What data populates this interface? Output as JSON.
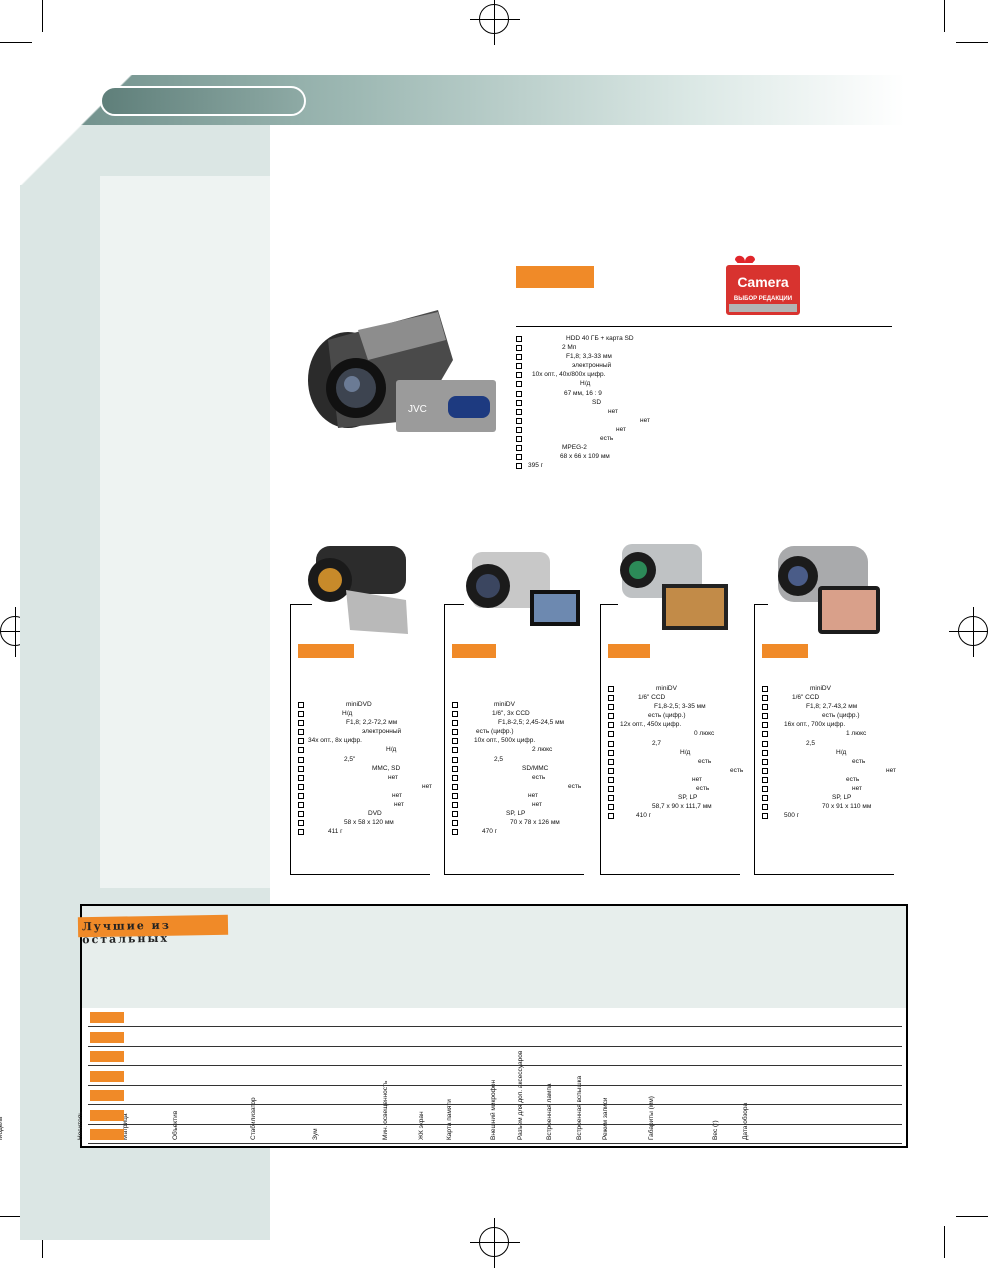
{
  "featured": {
    "specs": [
      "HDD 40 ГБ + карта SD",
      "2 Mп",
      "F1,8; 3,3-33 мм",
      "электронный",
      "10x опт., 40x/800x цифр.",
      "Н/д",
      "67 мм, 16 : 9",
      "SD",
      "нет",
      "нет",
      "нет",
      "есть",
      "MPEG-2",
      "68 x 66 x 109 мм",
      "395 г"
    ],
    "badge_brand": "Camera",
    "badge_text": "ВЫБОР РЕДАКЦИИ"
  },
  "cameras": [
    {
      "specs": [
        "miniDVD",
        "Н/д",
        "F1,8; 2,2-72,2 мм",
        "электронный",
        "34x опт., 8x цифр.",
        "Н/д",
        "2,5\"",
        "MMC, SD",
        "нет",
        "нет",
        "нет",
        "нет",
        "DVD",
        "58 x 58 x 120 мм",
        "411 г"
      ]
    },
    {
      "specs": [
        "miniDV",
        "1/6\", 3x CCD",
        "F1,8-2,5; 2,45-24,5 мм",
        "есть (цифр.)",
        "10x опт., 500x цифр.",
        "2 люкс",
        "2,5",
        "SD/MMC",
        "есть",
        "есть",
        "нет",
        "нет",
        "SP, LP",
        "70 x 78 x 126 мм",
        "470 г"
      ]
    },
    {
      "specs": [
        "miniDV",
        "1/6\" CCD",
        "F1,8-2,5; 3-35 мм",
        "есть (цифр.)",
        "12x опт., 450x цифр.",
        "0 люкс",
        "2,7",
        "Н/д",
        "есть",
        "есть",
        "нет",
        "есть",
        "SP, LP",
        "58,7 x 90 x 111,7 мм",
        "410 г"
      ]
    },
    {
      "specs": [
        "miniDV",
        "1/6\" CCD",
        "F1,8; 2,7-43,2 мм",
        "есть (цифр.)",
        "16x опт., 700x цифр.",
        "1 люкс",
        "2,5",
        "Н/д",
        "есть",
        "нет",
        "есть",
        "нет",
        "SP, LP",
        "70 x 91 x 110 мм",
        "500 г"
      ]
    }
  ],
  "table": {
    "title": "Лучшие из остальных",
    "columns": [
      "Модель",
      "Носитель",
      "Матрица",
      "Объектив",
      "Стабилизатор",
      "Зум",
      "Мин. освещенность",
      "ЖК экран",
      "Карта памяти",
      "Внешний микрофон",
      "Разъем для доп. аксессуаров",
      "Встроенная лампа",
      "Встроенная вспышка",
      "Режим записи",
      "Габариты (мм)",
      "Вес (г)",
      "Дата обзора"
    ],
    "row_count": 7
  },
  "colors": {
    "accent": "#f08a28",
    "sidebar": "#dbe6e4",
    "header": "#7f9d98"
  }
}
